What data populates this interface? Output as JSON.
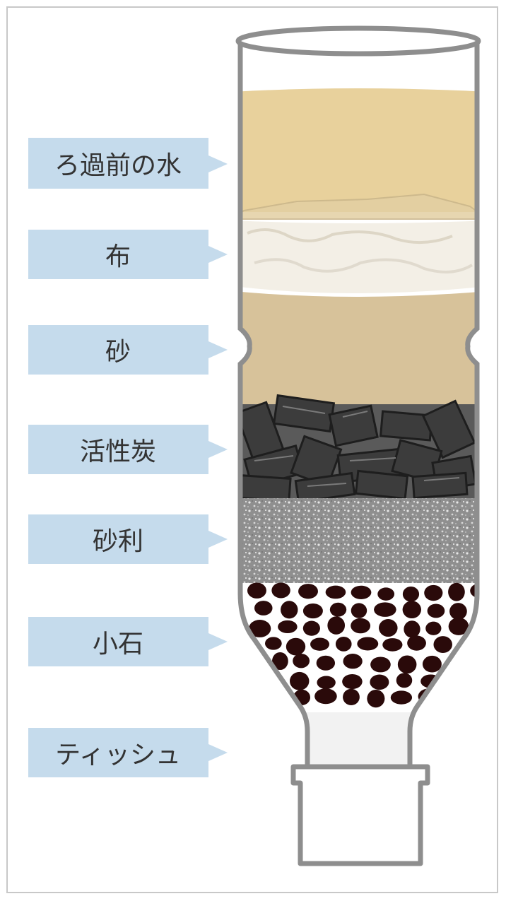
{
  "labels": {
    "water": "ろ過前の水",
    "cloth": "布",
    "sand": "砂",
    "charcoal": "活性炭",
    "gravel": "砂利",
    "pebbles": "小石",
    "tissue": "ティッシュ"
  },
  "colors": {
    "label_bg": "#c5dbec",
    "label_pointer": "#c5dbec",
    "bottle_outline": "#8e8e8e",
    "water": "#e8d19c",
    "cloth": "#f3efe6",
    "sand": "#d7c29a",
    "charcoal": "#3c3c3c",
    "gravel": "#9a9a9a",
    "pebbles": "#2a0a0a",
    "tissue": "#f2f2f2"
  }
}
